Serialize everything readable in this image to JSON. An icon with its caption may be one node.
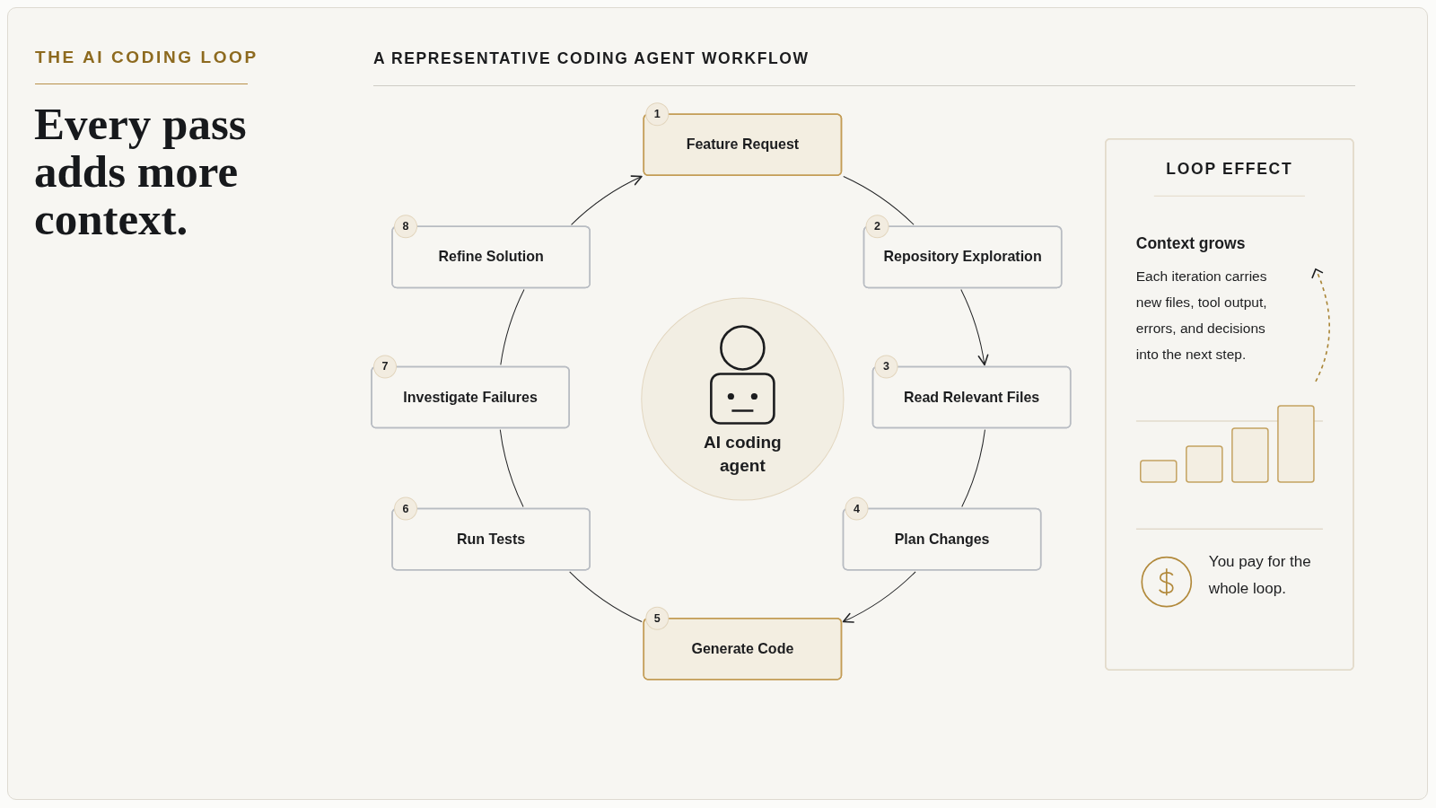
{
  "diagram": {
    "title": "Every pass adds more context.",
    "nodes": [
      {
        "text": [
          "1",
          "Feature Request"
        ]
      },
      {
        "text": [
          "2",
          "Repository Exploration"
        ]
      },
      {
        "text": [
          "3",
          "Read Relevant Files"
        ]
      },
      {
        "text": [
          "4",
          "Plan Changes"
        ]
      },
      {
        "text": [
          "5",
          "Generate Code"
        ]
      },
      {
        "text": [
          "6",
          "Run Tests"
        ]
      },
      {
        "text": [
          "7",
          "Investigate Failures"
        ]
      },
      {
        "text": [
          "8",
          "Refine Solution"
        ]
      },
      {
        "text": [
          "AI coding agent"
        ]
      },
      {
        "text": [
          "LOOP EFFECT",
          "Context grows",
          "Each iteration carries new files, tool output, errors, and decisions into the next step.",
          "You pay for the whole loop."
        ]
      }
    ],
    "edges": [
      {
        "from": 0,
        "to": 1,
        "arrow": "none"
      },
      {
        "from": 1,
        "to": 2,
        "arrow": "to"
      },
      {
        "from": 2,
        "to": 3,
        "arrow": "none"
      },
      {
        "from": 3,
        "to": 4,
        "arrow": "to"
      },
      {
        "from": 4,
        "to": 5,
        "arrow": "none"
      },
      {
        "from": 5,
        "to": 6,
        "arrow": "none"
      },
      {
        "from": 6,
        "to": 7,
        "arrow": "none"
      },
      {
        "from": 7,
        "to": 0,
        "arrow": "to"
      }
    ],
    "labels": [
      "THE AI CODING LOOP",
      "A REPRESENTATIVE CODING AGENT WORKFLOW"
    ]
  }
}
